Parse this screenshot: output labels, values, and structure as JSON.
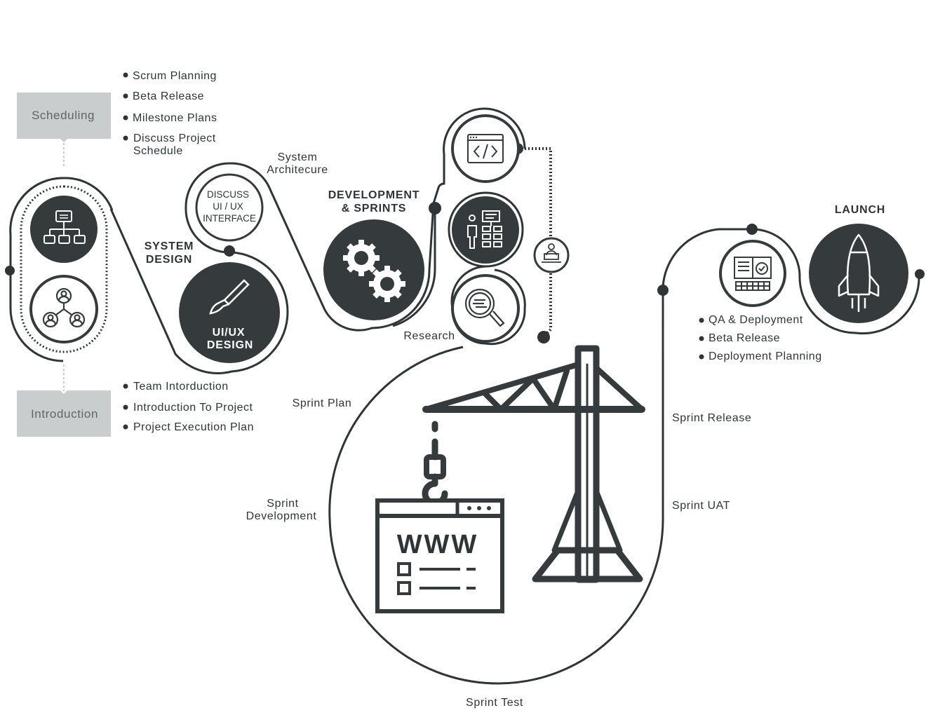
{
  "scheduling": {
    "tab": "Scheduling",
    "bullets": [
      "Scrum Planning",
      "Beta Release",
      "Milestone Plans",
      "Discuss Project",
      "Schedule"
    ]
  },
  "introduction": {
    "tab": "Introduction",
    "bullets": [
      "Team Intorduction",
      "Introduction To Project",
      "Project Execution Plan"
    ]
  },
  "system_design": {
    "line1": "SYSTEM",
    "line2": "DESIGN"
  },
  "discuss_ui": {
    "line1": "DISCUSS",
    "line2": "UI / UX",
    "line3": "INTERFACE"
  },
  "uiux_design": {
    "line1": "UI/UX",
    "line2": "DESIGN"
  },
  "system_architecture": {
    "line1": "System",
    "line2": "Architecure"
  },
  "development": {
    "line1": "DEVELOPMENT",
    "line2": "& SPRINTS"
  },
  "research": "Research",
  "launch": "LAUNCH",
  "qa_bullets": [
    "QA & Deployment",
    "Beta Release",
    "Deployment Planning"
  ],
  "sprint": {
    "plan": "Sprint Plan",
    "development_line1": "Sprint",
    "development_line2": "Development",
    "test": "Sprint Test",
    "release": "Sprint Release",
    "uat": "Sprint UAT"
  },
  "www_label": "WWW",
  "colors": {
    "dark": "#353b3c",
    "tab": "#c9cdcd",
    "line": "#2f3537"
  }
}
